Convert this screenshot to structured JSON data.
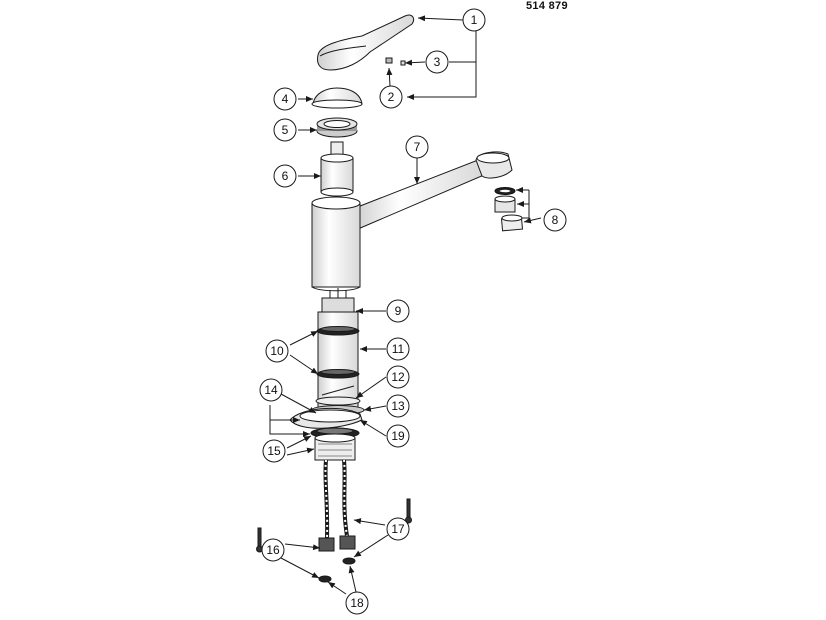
{
  "document_number": "514 879",
  "callouts": [
    {
      "id": "1",
      "label": "1"
    },
    {
      "id": "2",
      "label": "2"
    },
    {
      "id": "3",
      "label": "3"
    },
    {
      "id": "4",
      "label": "4"
    },
    {
      "id": "5",
      "label": "5"
    },
    {
      "id": "6",
      "label": "6"
    },
    {
      "id": "7",
      "label": "7"
    },
    {
      "id": "8",
      "label": "8"
    },
    {
      "id": "9",
      "label": "9"
    },
    {
      "id": "10",
      "label": "10"
    },
    {
      "id": "11",
      "label": "11"
    },
    {
      "id": "12",
      "label": "12"
    },
    {
      "id": "13",
      "label": "13"
    },
    {
      "id": "14",
      "label": "14"
    },
    {
      "id": "15",
      "label": "15"
    },
    {
      "id": "16",
      "label": "16"
    },
    {
      "id": "17",
      "label": "17"
    },
    {
      "id": "18",
      "label": "18"
    },
    {
      "id": "19",
      "label": "19"
    }
  ],
  "colors": {
    "line": "#1a1a1a",
    "fill": "#ffffff",
    "shade": "#d9d9d9",
    "dark": "#222222"
  }
}
